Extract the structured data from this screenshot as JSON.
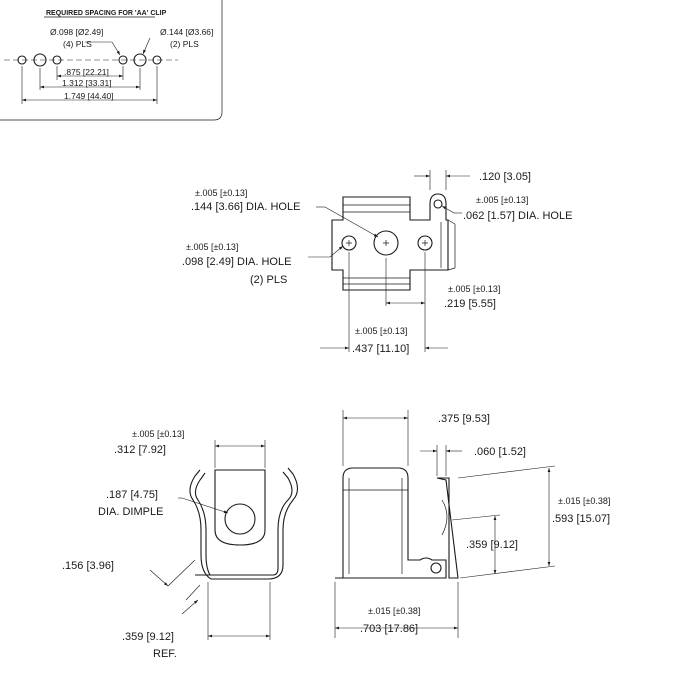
{
  "inset": {
    "title": "REQUIRED SPACING FOR 'AA' CLIP",
    "small_hole": "Ø.098 [Ø2.49]",
    "small_hole_qty": "(4) PLS",
    "large_hole": "Ø.144 [Ø3.66]",
    "large_hole_qty": "(2) PLS",
    "dim_875": ".875 [22.21]",
    "dim_1312": "1.312 [33.31]",
    "dim_1749": "1.749 [44.40]"
  },
  "top_view": {
    "dim_120": ".120 [3.05]",
    "tol_005_a": "±.005 [±0.13]",
    "hole_144": ".144 [3.66] DIA. HOLE",
    "tol_005_b": "±.005 [±0.13]",
    "hole_062": ".062 [1.57] DIA. HOLE",
    "tol_005_c": "±.005 [±0.13]",
    "hole_098": ".098 [2.49] DIA. HOLE",
    "hole_098_qty": "(2) PLS",
    "tol_005_d": "±.005 [±0.13]",
    "dim_219": ".219 [5.55]",
    "tol_005_e": "±.005 [±0.13]",
    "dim_437": ".437 [11.10]"
  },
  "front_view": {
    "tol_005": "±.005 [±0.13]",
    "dim_312": ".312 [7.92]",
    "dimple": ".187 [4.75]",
    "dimple_label": "DIA. DIMPLE",
    "dim_156": ".156 [3.96]",
    "dim_359": ".359 [9.12]",
    "ref": "REF."
  },
  "side_view": {
    "dim_375": ".375 [9.53]",
    "dim_060": ".060 [1.52]",
    "tol_015_a": "±.015 [±0.38]",
    "dim_593": ".593 [15.07]",
    "dim_359": ".359 [9.12]",
    "tol_015_b": "±.015 [±0.38]",
    "dim_703": ".703 [17.86]"
  }
}
